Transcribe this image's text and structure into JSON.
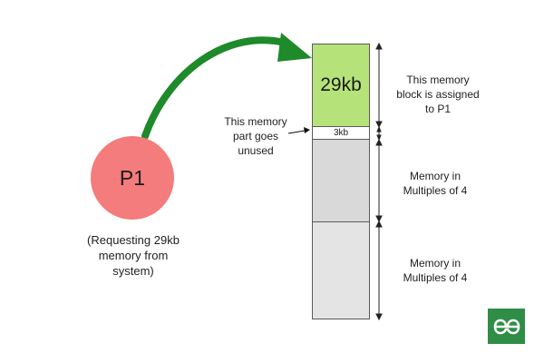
{
  "process": {
    "label": "P1"
  },
  "request_note": [
    "(Requesting 29kb",
    "memory from",
    "system)"
  ],
  "memory_blocks": [
    {
      "label": "29kb",
      "fill": "#b5e37a"
    },
    {
      "label": "3kb",
      "fill": "#ffffff"
    },
    {
      "label": "",
      "fill": "#d9d9d9"
    },
    {
      "label": "",
      "fill": "#e4e4e4"
    }
  ],
  "annotations": {
    "assigned": [
      "This memory",
      "block is assigned",
      "to P1"
    ],
    "unused": [
      "This memory",
      "part goes",
      "unused"
    ],
    "multiples_1": [
      "Memory in",
      "Multiples of 4"
    ],
    "multiples_2": [
      "Memory in",
      "Multiples of 4"
    ]
  },
  "colors": {
    "process": "#f47c7c",
    "arrow": "#1e8a2a",
    "logo": "#2f8d46"
  },
  "icons": {
    "logo": "geeksforgeeks-logo-icon"
  }
}
